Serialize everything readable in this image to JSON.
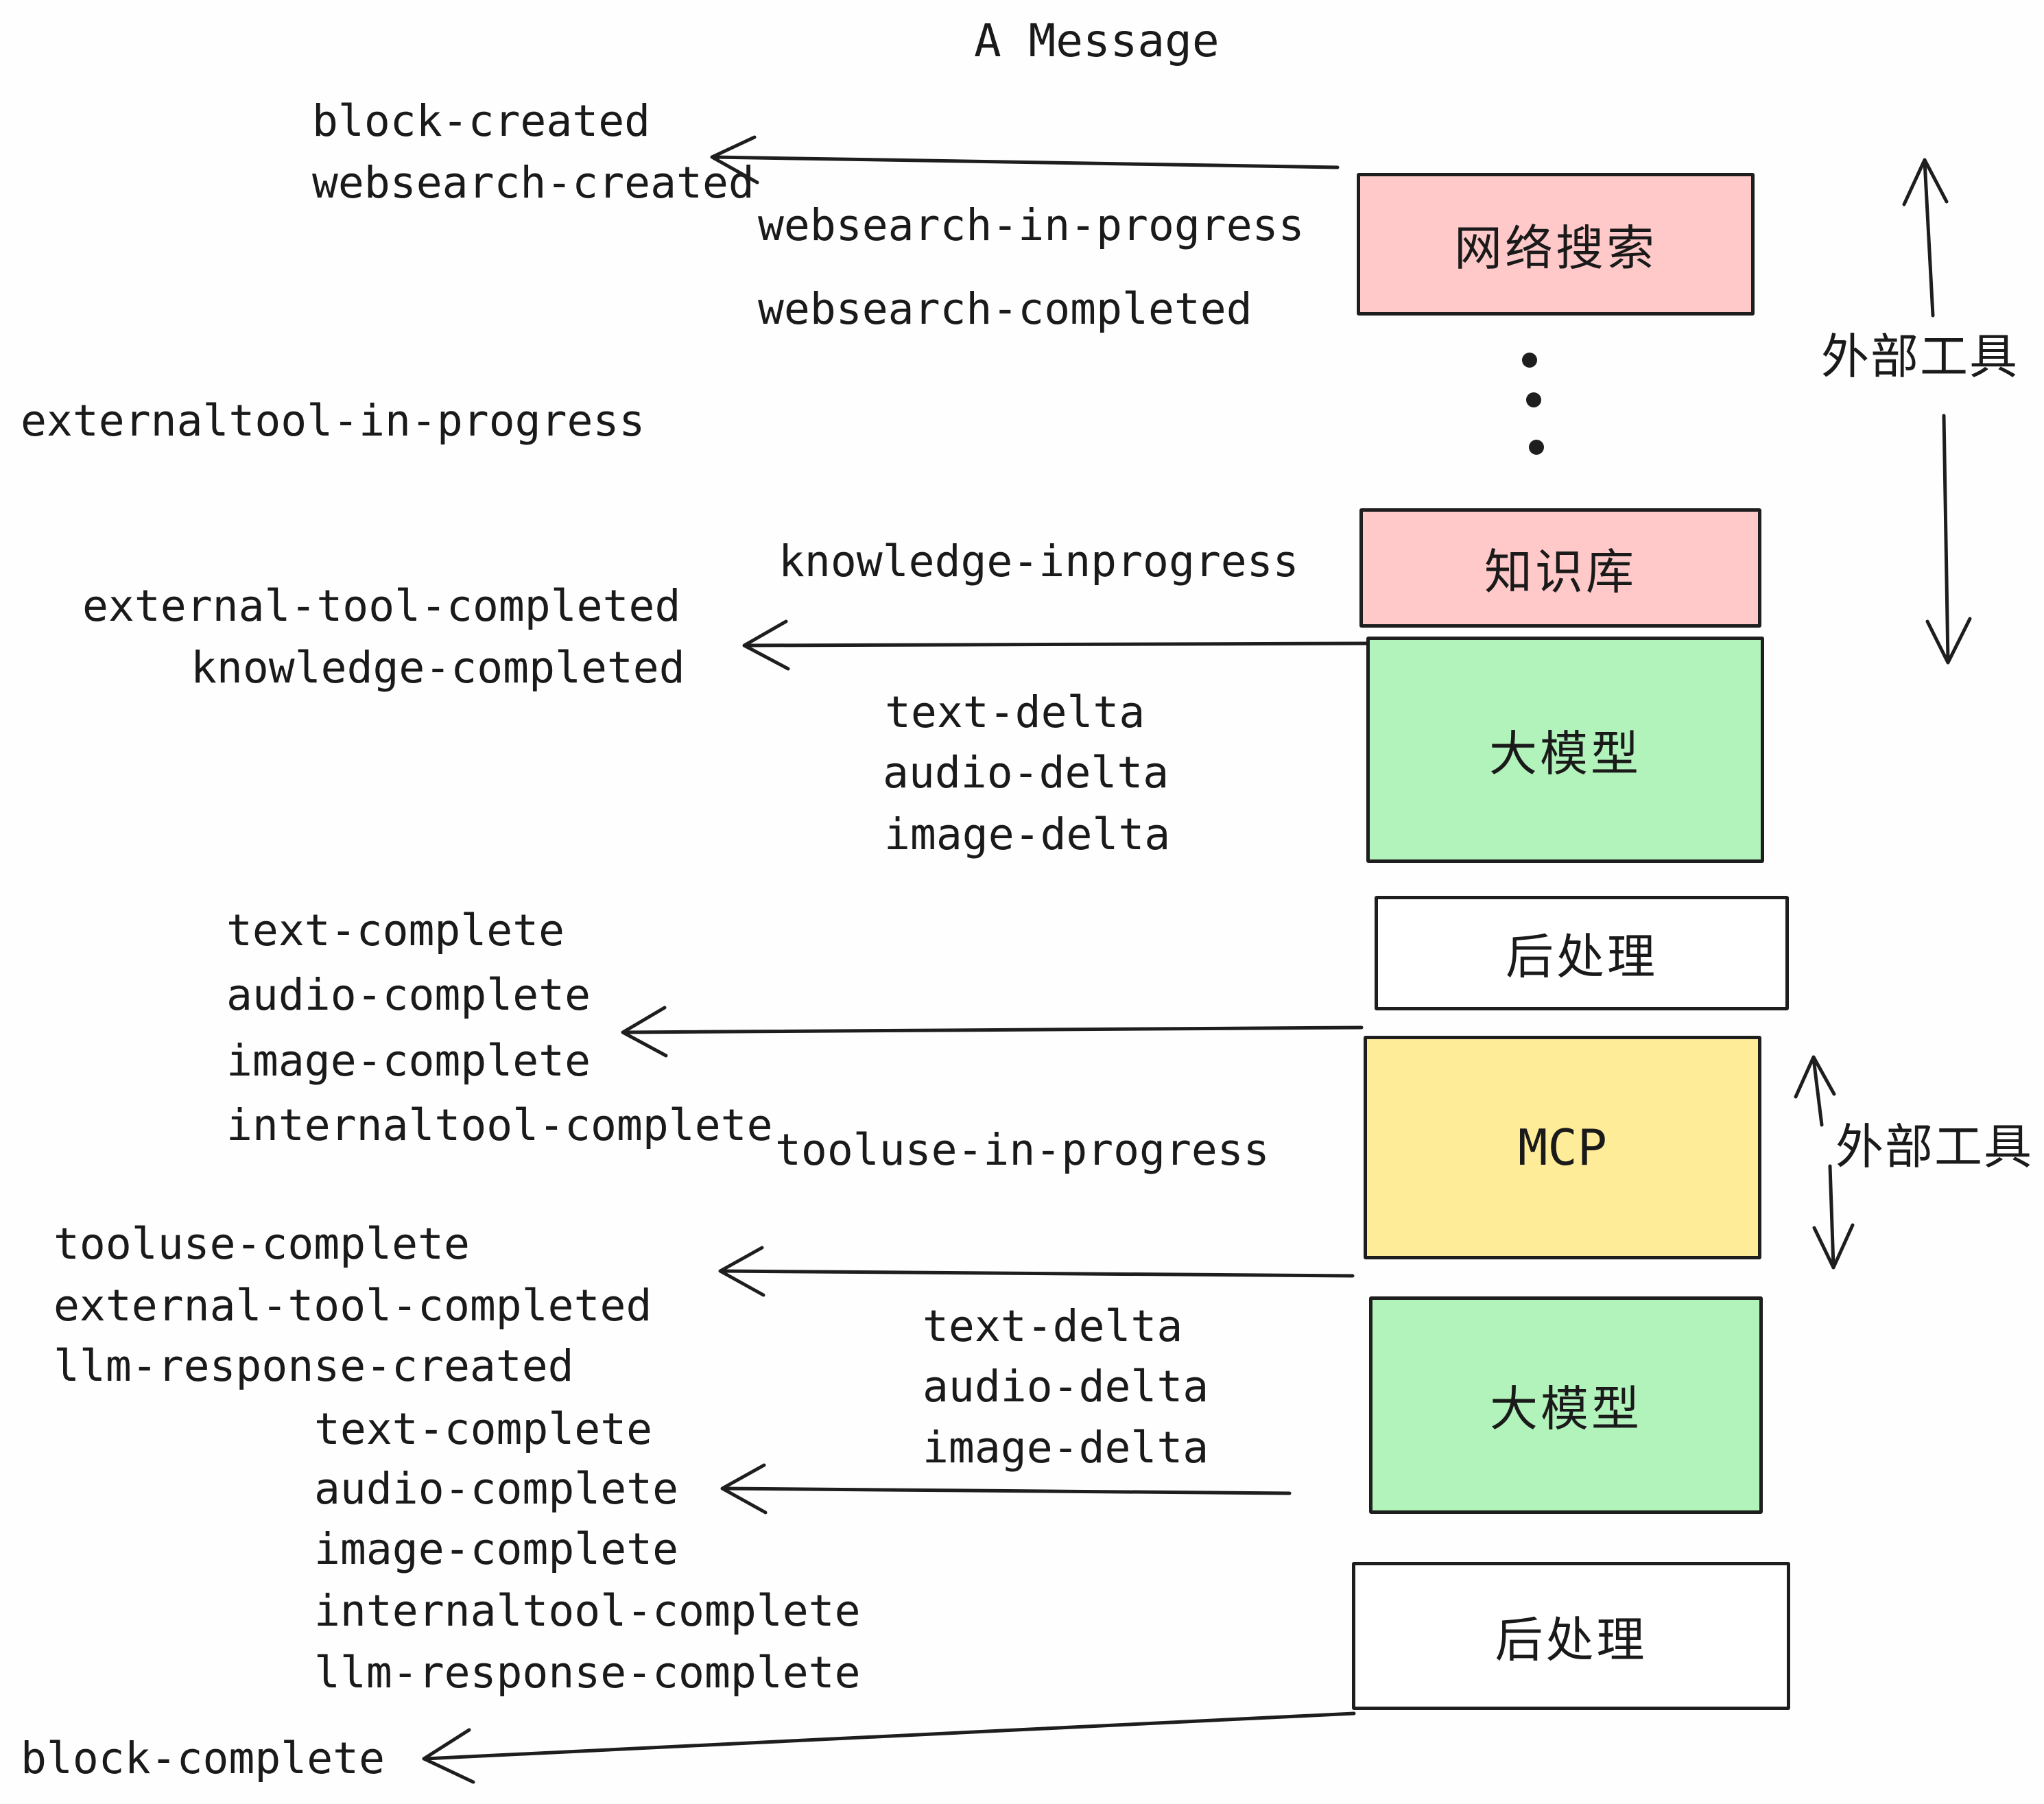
{
  "title": "A Message",
  "diagram": {
    "boxes": {
      "websearch": "网络搜索",
      "knowledge": "知识库",
      "llm1": "大模型",
      "post1": "后处理",
      "mcp": "MCP",
      "llm2": "大模型",
      "post2": "后处理"
    },
    "side_labels": {
      "external_tools_top": "外部工具",
      "external_tools_mid": "外部工具"
    },
    "events": {
      "block_created": "block-created",
      "websearch_created": "websearch-created",
      "websearch_in_progress": "websearch-in-progress",
      "websearch_completed": "websearch-completed",
      "externaltool_in_progress": "externaltool-in-progress",
      "knowledge_inprogress": "knowledge-inprogress",
      "external_tool_completed_1": "external-tool-completed",
      "knowledge_completed": "knowledge-completed",
      "text_delta_1": "text-delta",
      "audio_delta_1": "audio-delta",
      "image_delta_1": "image-delta",
      "text_complete_1": "text-complete",
      "audio_complete_1": "audio-complete",
      "image_complete_1": "image-complete",
      "internaltool_complete_1": "internaltool-complete",
      "tooluse_in_progress": "tooluse-in-progress",
      "tooluse_complete": "tooluse-complete",
      "external_tool_completed_2": "external-tool-completed",
      "llm_response_created": "llm-response-created",
      "text_complete_2": "text-complete",
      "audio_complete_2": "audio-complete",
      "image_complete_2": "image-complete",
      "internaltool_complete_2": "internaltool-complete",
      "llm_response_complete": "llm-response-complete",
      "text_delta_2": "text-delta",
      "audio_delta_2": "audio-delta",
      "image_delta_2": "image-delta",
      "block_complete": "block-complete"
    },
    "colors": {
      "websearch_box": "#ffc9c9",
      "knowledge_box": "#ffc9c9",
      "llm_box": "#b2f2bb",
      "mcp_box": "#ffec99",
      "post_box": "#ffffff",
      "stroke": "#1e1e1e"
    }
  }
}
